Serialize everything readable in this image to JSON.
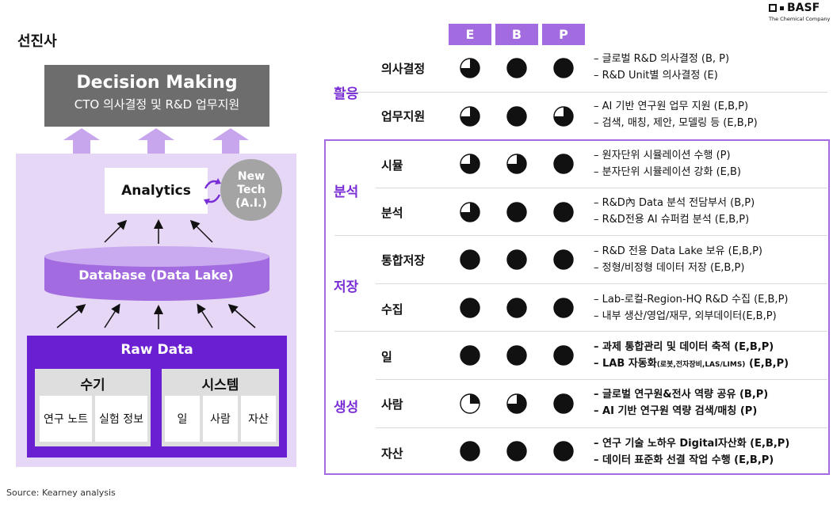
{
  "page_title": "선진사",
  "brand": {
    "name": "BASF",
    "tagline": "The Chemical Company"
  },
  "left": {
    "decision_title": "Decision Making",
    "decision_sub": "CTO 의사결정 및 R&D 업무지원",
    "analytics": "Analytics",
    "new_tech": [
      "New",
      "Tech",
      "(A.I.)"
    ],
    "database": "Database (Data Lake)",
    "raw_data": "Raw Data",
    "manual": {
      "title": "수기",
      "items": [
        "연구 노트",
        "실험 정보"
      ]
    },
    "system": {
      "title": "시스템",
      "items": [
        "일",
        "사람",
        "자산"
      ]
    }
  },
  "columns": [
    "E",
    "B",
    "P"
  ],
  "categories": [
    {
      "label": "활용",
      "rows": [
        {
          "label": "의사결정",
          "levels": [
            0.75,
            1,
            1
          ],
          "bold": false,
          "desc": [
            "– 글로벌 R&D 의사결정 (B, P)",
            "– R&D Unit별 의사결정 (E)"
          ]
        },
        {
          "label": "업무지원",
          "levels": [
            0.75,
            1,
            0.75
          ],
          "bold": false,
          "desc": [
            "– AI 기반 연구원 업무 지원 (E,B,P)",
            "– 검색, 매칭, 제안, 모델링 등 (E,B,P)"
          ]
        }
      ]
    },
    {
      "label": "분석",
      "rows": [
        {
          "label": "시뮬",
          "levels": [
            0.75,
            0.75,
            1
          ],
          "bold": false,
          "desc": [
            "– 원자단위 시뮬레이션 수행 (P)",
            "– 분자단위 시뮬레이션 강화 (E,B)"
          ]
        },
        {
          "label": "분석",
          "levels": [
            0.75,
            1,
            1
          ],
          "bold": false,
          "desc": [
            "– R&D內 Data 분석 전담부서 (B,P)",
            "– R&D전용 AI 슈퍼컴 분석 (E,B,P)"
          ]
        }
      ]
    },
    {
      "label": "저장",
      "rows": [
        {
          "label": "통합저장",
          "levels": [
            1,
            1,
            1
          ],
          "bold": false,
          "desc": [
            "– R&D 전용 Data Lake 보유 (E,B,P)",
            "– 정형/비정형 데이터 저장 (E,B,P)"
          ]
        },
        {
          "label": "수집",
          "levels": [
            1,
            1,
            1
          ],
          "bold": false,
          "desc": [
            "– Lab-로컬-Region-HQ R&D 수집 (E,B,P)",
            "– 내부 생산/영업/재무, 외부데이터(E,B,P)"
          ]
        }
      ]
    },
    {
      "label": "생성",
      "rows": [
        {
          "label": "일",
          "levels": [
            1,
            1,
            1
          ],
          "bold": true,
          "desc": [
            "– 과제 통합관리 및 데이터 축적 (E,B,P)",
            "– LAB 자동화"
          ],
          "desc_small": "(로봇,전자장비,LAS/LIMS)",
          "desc_tail": " (E,B,P)"
        },
        {
          "label": "사람",
          "levels": [
            0.25,
            0.75,
            1
          ],
          "bold": true,
          "desc": [
            "– 글로벌 연구원&전사 역량 공유 (B,P)",
            "– AI 기반 연구원 역량 검색/매칭 (P)"
          ]
        },
        {
          "label": "자산",
          "levels": [
            1,
            1,
            1
          ],
          "bold": true,
          "desc": [
            "– 연구 기술 노하우 Digital자산화 (E,B,P)",
            "– 데이터 표준화 선결 작업 수행 (E,B,P)"
          ]
        }
      ]
    }
  ],
  "source": "Source: Kearney analysis",
  "colors": {
    "accent": "#a26be0",
    "deep": "#6a1fd1",
    "panel": "#e7d7f7",
    "category_text": "#7a2fd6"
  }
}
